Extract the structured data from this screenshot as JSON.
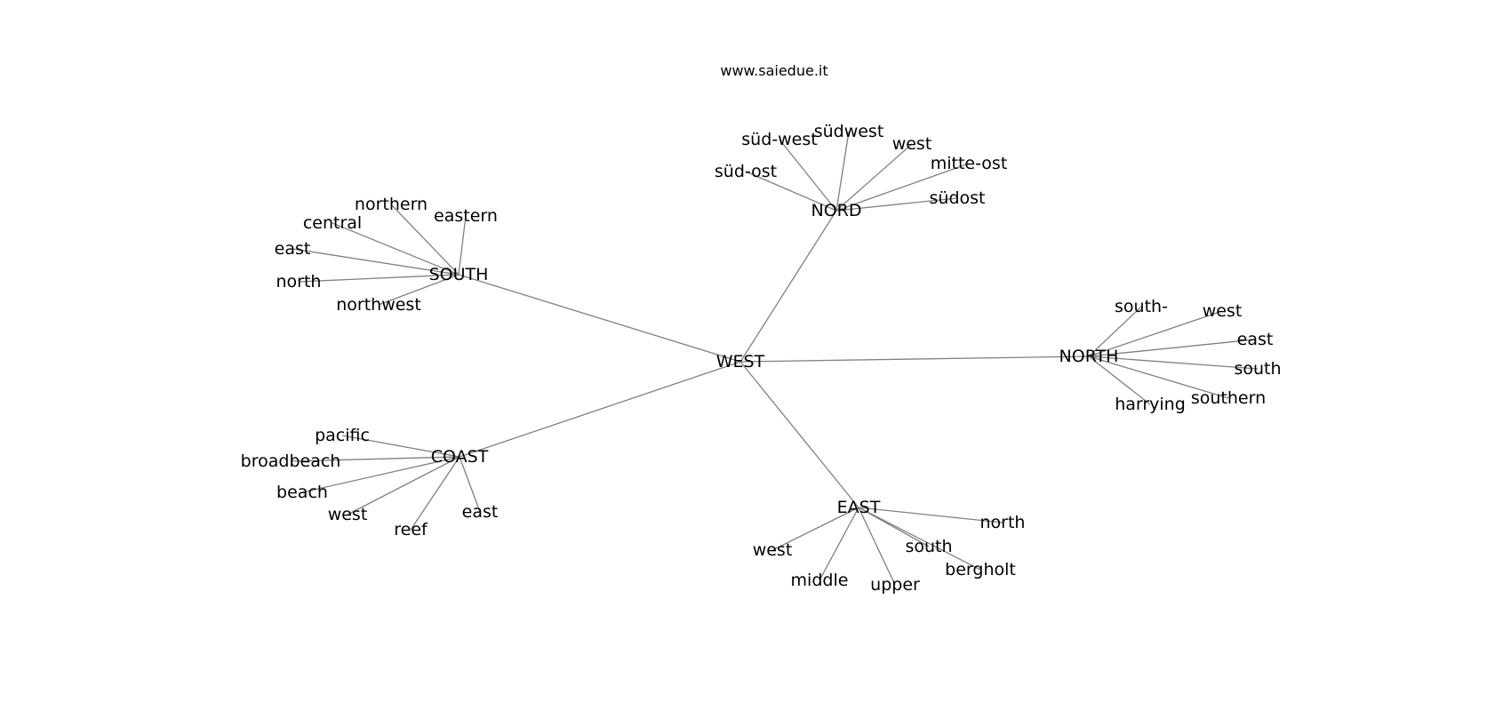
{
  "watermark": "www.saiedue.it",
  "graph": {
    "root": "WEST",
    "hubs": [
      "SOUTH",
      "NORD",
      "NORTH",
      "EAST",
      "COAST"
    ],
    "edges": [
      [
        "WEST",
        "SOUTH"
      ],
      [
        "WEST",
        "NORD"
      ],
      [
        "WEST",
        "NORTH"
      ],
      [
        "WEST",
        "EAST"
      ],
      [
        "WEST",
        "COAST"
      ],
      [
        "SOUTH",
        "northern"
      ],
      [
        "SOUTH",
        "eastern"
      ],
      [
        "SOUTH",
        "central"
      ],
      [
        "SOUTH",
        "east"
      ],
      [
        "SOUTH",
        "north"
      ],
      [
        "SOUTH",
        "northwest"
      ],
      [
        "NORD",
        "süd-west"
      ],
      [
        "NORD",
        "südwest"
      ],
      [
        "NORD",
        "west"
      ],
      [
        "NORD",
        "mitte-ost"
      ],
      [
        "NORD",
        "süd-ost"
      ],
      [
        "NORD",
        "südost"
      ],
      [
        "NORTH",
        "south-"
      ],
      [
        "NORTH",
        "west"
      ],
      [
        "NORTH",
        "east"
      ],
      [
        "NORTH",
        "south"
      ],
      [
        "NORTH",
        "southern"
      ],
      [
        "NORTH",
        "harrying"
      ],
      [
        "EAST",
        "north"
      ],
      [
        "EAST",
        "west"
      ],
      [
        "EAST",
        "south"
      ],
      [
        "EAST",
        "bergholt"
      ],
      [
        "EAST",
        "middle"
      ],
      [
        "EAST",
        "upper"
      ],
      [
        "COAST",
        "pacific"
      ],
      [
        "COAST",
        "broadbeach"
      ],
      [
        "COAST",
        "beach"
      ],
      [
        "COAST",
        "west"
      ],
      [
        "COAST",
        "reef"
      ],
      [
        "COAST",
        "east"
      ]
    ]
  }
}
